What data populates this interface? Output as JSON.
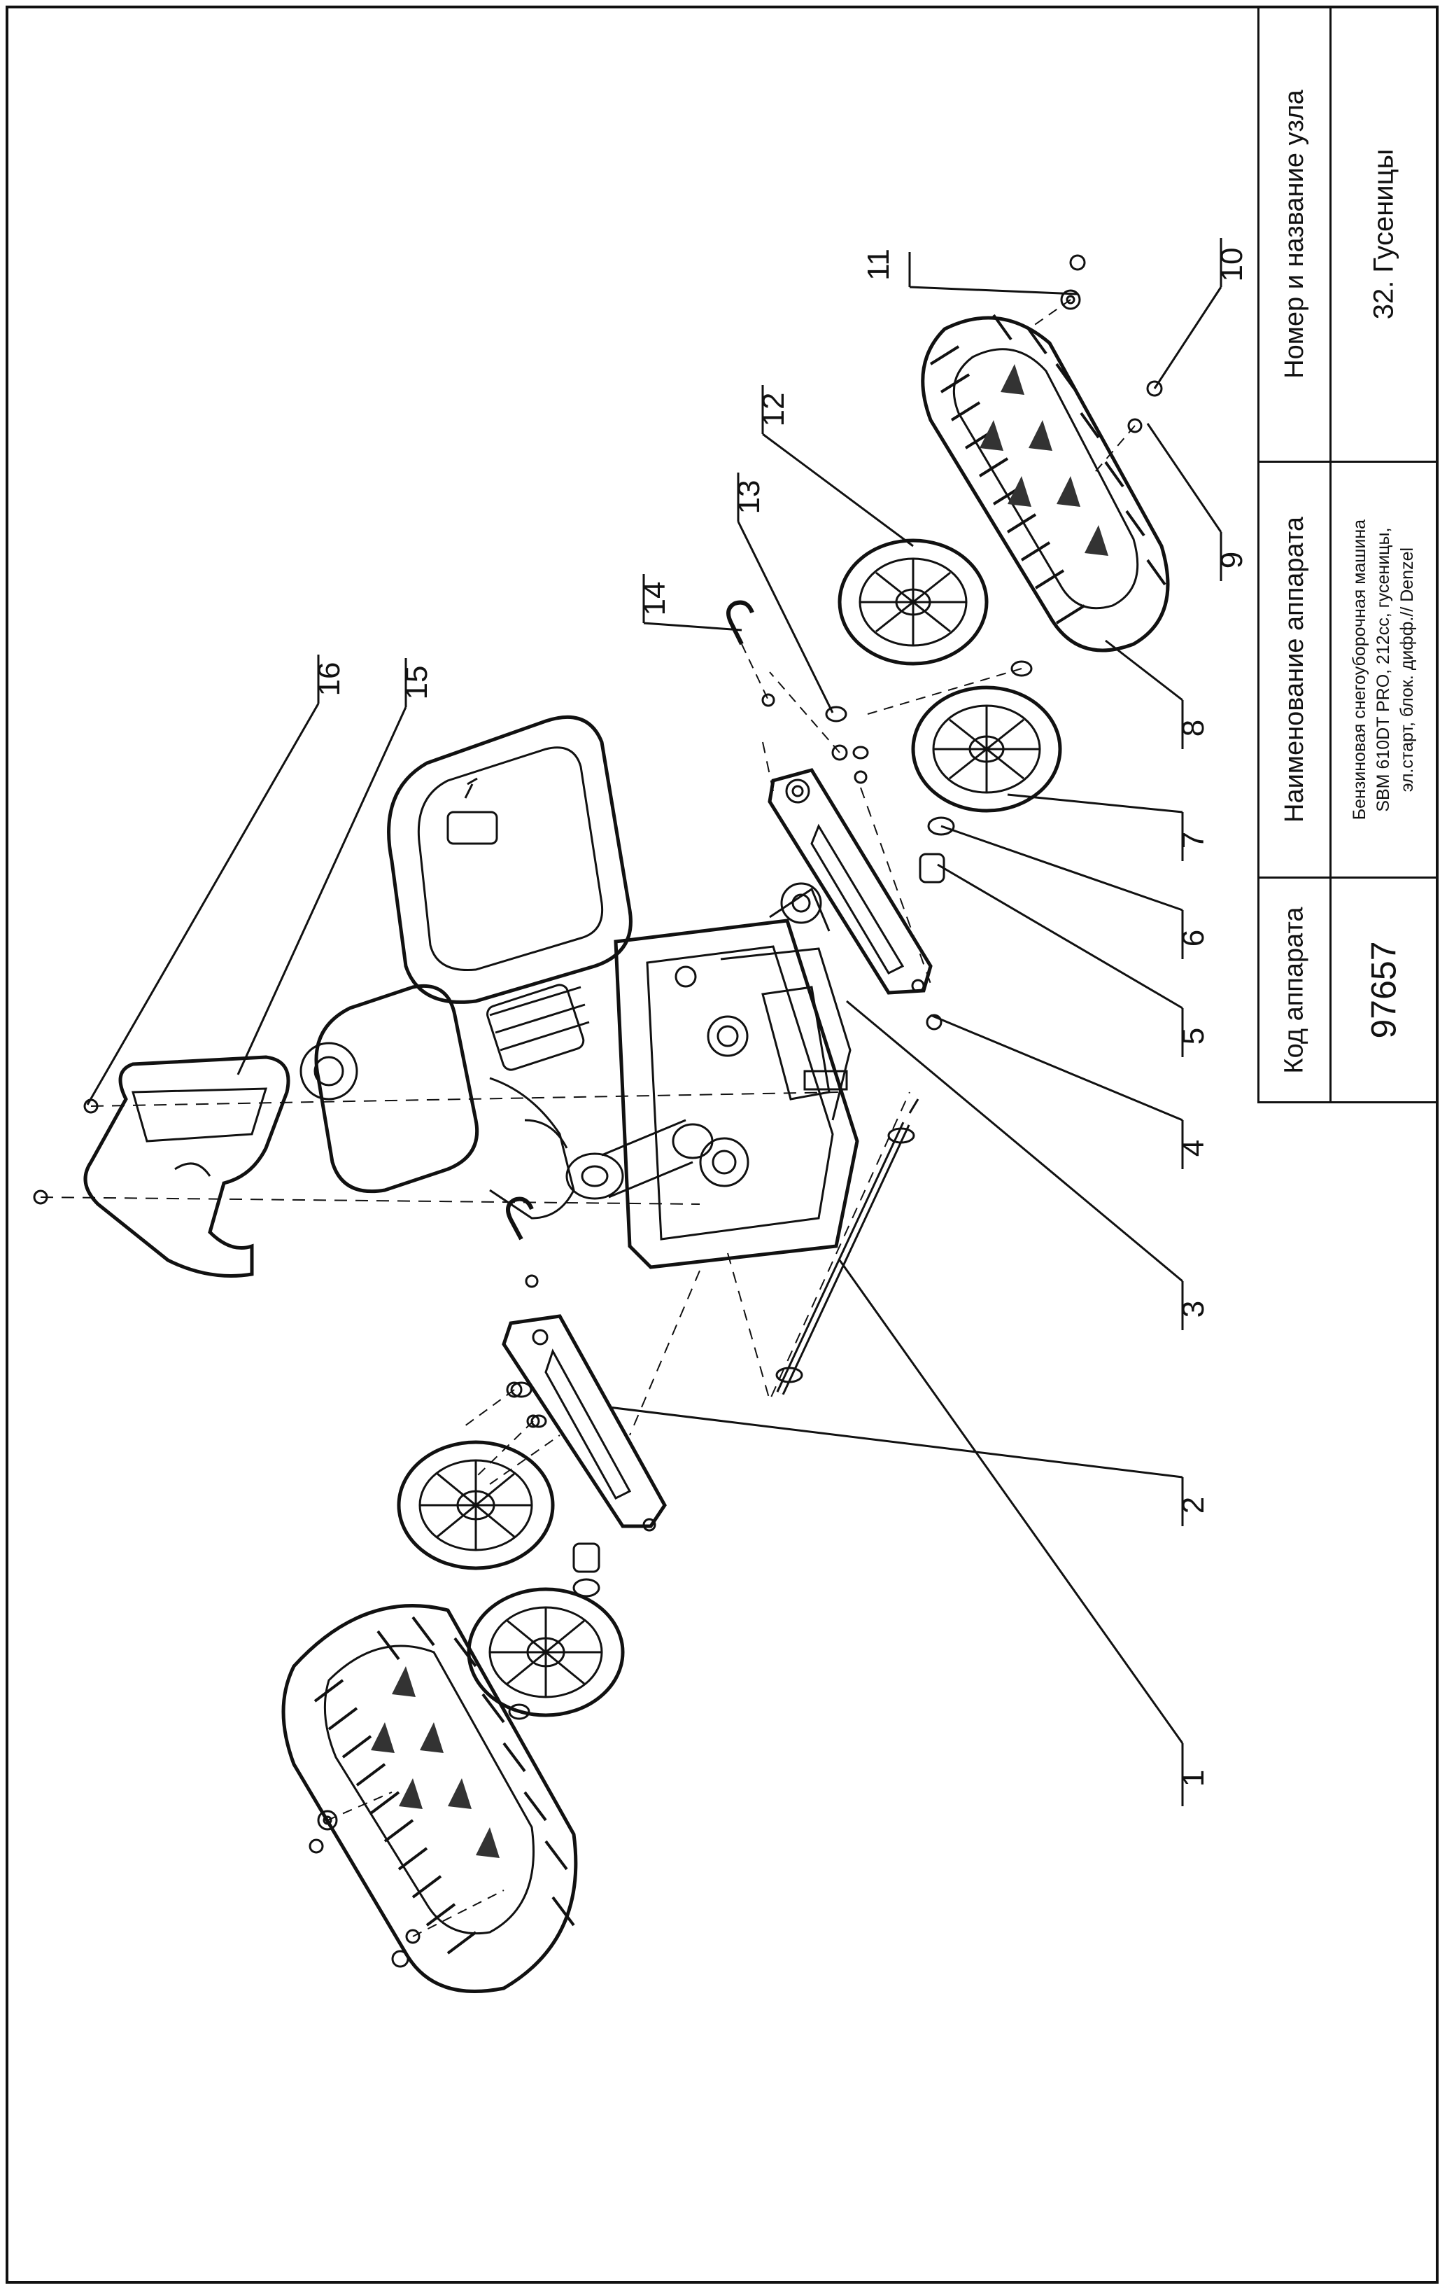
{
  "title_block": {
    "code_header": "Код аппарата",
    "code_value": "97657",
    "name_header": "Наименование аппарата",
    "name_value_lines": [
      "Бензиновая снегоуборочная машина",
      "SBM 610DT PRO, 212cc, гусеницы,",
      "эл.старт, блок. дифф.// Denzel"
    ],
    "node_header": "Номер и название узла",
    "node_value": "32. Гусеницы"
  },
  "callouts": [
    "1",
    "2",
    "3",
    "4",
    "5",
    "6",
    "7",
    "8",
    "9",
    "10",
    "11",
    "12",
    "13",
    "14",
    "15",
    "16"
  ]
}
